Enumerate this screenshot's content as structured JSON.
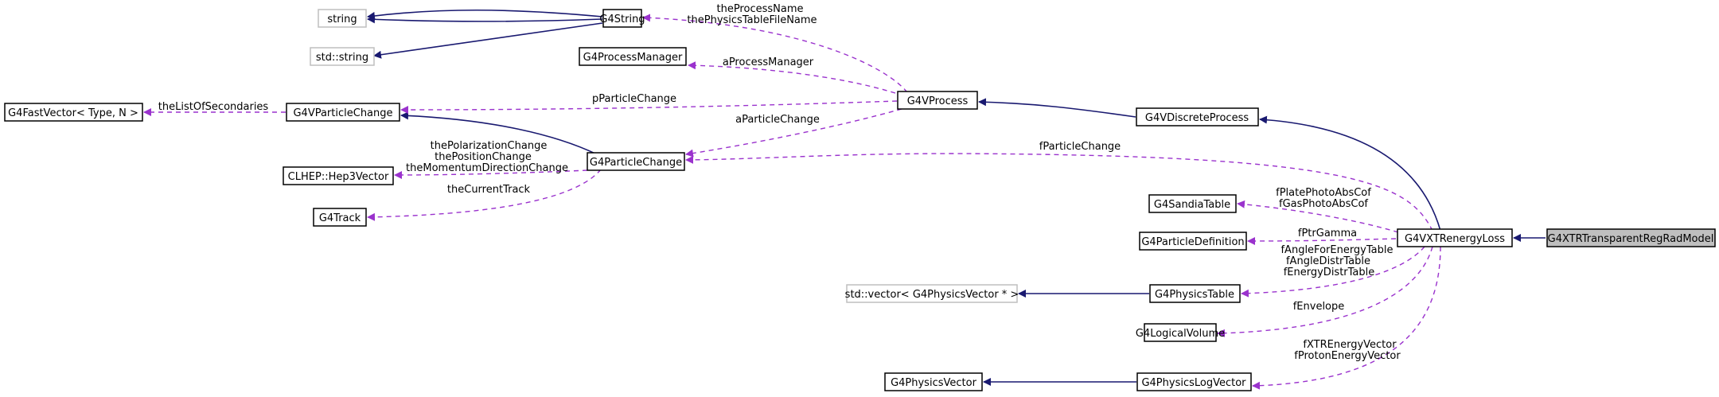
{
  "colors": {
    "inheritance_edge": "#191970",
    "usage_edge": "#9a32cd",
    "focus_node_fill": "#bfbfbf",
    "external_node_border": "#bfbfbf"
  },
  "nodes": {
    "string": "string",
    "std_string": "std::string",
    "g4string": "G4String",
    "g4processmanager": "G4ProcessManager",
    "g4fastvector": "G4FastVector< Type, N >",
    "g4vparticlechange": "G4VParticleChange",
    "g4vprocess": "G4VProcess",
    "g4vdiscreteprocess": "G4VDiscreteProcess",
    "clhep_hep3vector": "CLHEP::Hep3Vector",
    "g4particlechange": "G4ParticleChange",
    "g4track": "G4Track",
    "g4sandiatable": "G4SandiaTable",
    "g4particledefinition": "G4ParticleDefinition",
    "g4vxtrenergyloss": "G4VXTRenergyLoss",
    "g4xtrtransparentregradmodel": "G4XTRTransparentRegRadModel",
    "std_vector_physvec": "std::vector< G4PhysicsVector * >",
    "g4physicstable": "G4PhysicsTable",
    "g4logicalvolume": "G4LogicalVolume",
    "g4physicsvector": "G4PhysicsVector",
    "g4physicslogvector": "G4PhysicsLogVector"
  },
  "edge_labels": {
    "process_name": "theProcessName",
    "physics_table_file": "thePhysicsTableFileName",
    "a_process_manager": "aProcessManager",
    "list_of_secondaries": "theListOfSecondaries",
    "p_particle_change": "pParticleChange",
    "a_particle_change": "aParticleChange",
    "f_particle_change": "fParticleChange",
    "polarization_change": "thePolarizationChange",
    "position_change": "thePositionChange",
    "momentum_direction_change": "theMomentumDirectionChange",
    "current_track": "theCurrentTrack",
    "plate_photo_abs_cof": "fPlatePhotoAbsCof",
    "gas_photo_abs_cof": "fGasPhotoAbsCof",
    "ptr_gamma": "fPtrGamma",
    "angle_for_energy_table": "fAngleForEnergyTable",
    "angle_distr_table": "fAngleDistrTable",
    "energy_distr_table": "fEnergyDistrTable",
    "envelope": "fEnvelope",
    "xtr_energy_vector": "fXTREnergyVector",
    "proton_energy_vector": "fProtonEnergyVector"
  }
}
